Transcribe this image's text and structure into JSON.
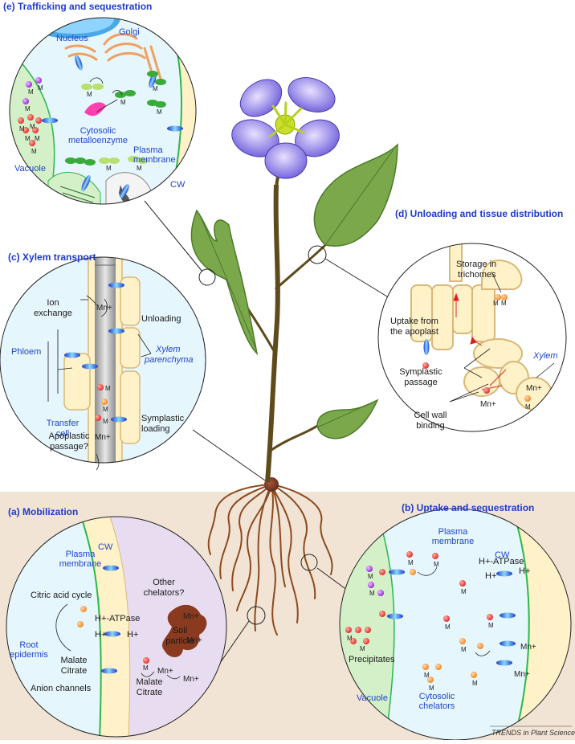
{
  "panels": {
    "e": {
      "letter": "(e)",
      "title": "Trafficking and sequestration",
      "nucleus": "Nucleus",
      "golgi": "Golgi",
      "cytosolic": [
        "Cytosolic",
        "metalloenzyme"
      ],
      "plasma": [
        "Plasma",
        "membrane"
      ],
      "vacuole": "Vacuole",
      "cw": "CW",
      "metal": "M"
    },
    "d": {
      "letter": "(d)",
      "title": "Unloading and tissue distribution",
      "storage": [
        "Storage in",
        "trichomes"
      ],
      "uptake": [
        "Uptake from",
        "the apoplast"
      ],
      "symplastic": [
        "Symplastic",
        "passage"
      ],
      "xylem": "Xylem",
      "binding": [
        "Cell wall",
        "binding"
      ],
      "ion": "Mn+",
      "metal": "M"
    },
    "c": {
      "letter": "(c)",
      "title": "Xylem transport",
      "ion_exchange": [
        "Ion",
        "exchange"
      ],
      "unloading": "Unloading",
      "phloem": "Phloem",
      "xylem_par": [
        "Xylem",
        "parenchyma"
      ],
      "transfer": [
        "Transfer",
        "cell"
      ],
      "symp_loading": [
        "Symplastic",
        "loading"
      ],
      "apoplastic": [
        "Apoplastic",
        "passage?"
      ],
      "ion": "Mn+",
      "metal": "M"
    },
    "a": {
      "letter": "(a)",
      "title": "Mobilization",
      "plasma": [
        "Plasma",
        "membrane"
      ],
      "cw": "CW",
      "other": [
        "Other",
        "chelators?"
      ],
      "citric": "Citric acid cycle",
      "atpase": "H+-ATPase",
      "h_in": "H+",
      "h_out": "H+",
      "root": [
        "Root",
        "epidermis"
      ],
      "soil": [
        "Soil",
        "particle"
      ],
      "malate_citrate": [
        "Malate",
        "Citrate"
      ],
      "anion": "Anion channels",
      "ion": "Mn+",
      "metal": "M"
    },
    "b": {
      "letter": "(b)",
      "title": "Uptake and sequestration",
      "plasma": [
        "Plasma",
        "membrane"
      ],
      "cw": "CW",
      "atpase": "H+-ATPase",
      "h_in": "H+",
      "h_out": "H+",
      "precipitates": "Precipitates",
      "vacuole": "Vacuole",
      "cyto": [
        "Cytosolic",
        "chelators"
      ],
      "ion": "Mn+",
      "metal": "M"
    }
  },
  "credit": "TRENDS in Plant Science",
  "colors": {
    "title_blue": "#1e3cc8",
    "soil": "#f2e4d4",
    "leaf": "#7aa84a",
    "petal": "#7d6fe0",
    "root": "#8b4a1f"
  }
}
